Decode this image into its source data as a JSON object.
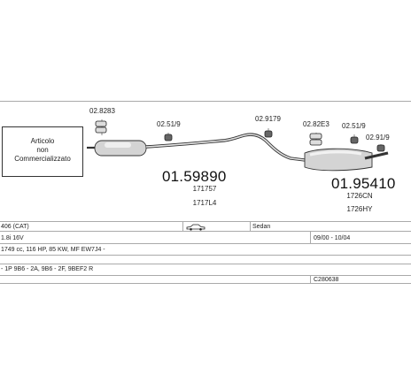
{
  "note": {
    "line1": "Articolo",
    "line2": "non",
    "line3": "Commercializzato"
  },
  "parts": {
    "clamp_left": "02.8283",
    "bracket_1": "02.51/9",
    "bracket_2": "02.9179",
    "clamp_right": "02.82E3",
    "bracket_3": "02.51/9",
    "bracket_4": "02.91/9",
    "middle_silencer": {
      "number": "01.59890",
      "ref1": "171757",
      "ref2": "1717L4"
    },
    "rear_silencer": {
      "number": "01.95410",
      "ref1": "1726CN",
      "ref2": "1726HY"
    }
  },
  "table": {
    "model": "406 (CAT)",
    "body": "Sedan",
    "engine": "1.8i 16V",
    "years": "09/00 - 10/04",
    "specs": "1749 cc, 116 HP, 85 KW, MF EW7J4 -",
    "codes": "- 1P 9B6 - 2A, 9B6 - 2F, 9BEF2 R",
    "catalog": "C280638"
  },
  "icons": {
    "car": "sedan-car-icon"
  }
}
